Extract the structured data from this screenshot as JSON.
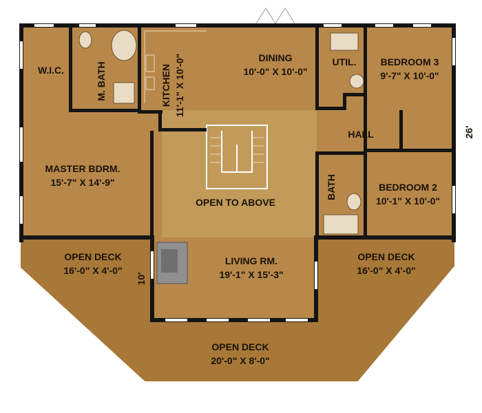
{
  "colors": {
    "floor": "#b8884a",
    "deck": "#a87838",
    "open_area": "#c29a5a",
    "wall": "#141414",
    "window": "#ffffff",
    "fireplace": "#8f8f8f",
    "fixture": "#e9dcc4"
  },
  "rooms": {
    "wic": {
      "name": "W.I.C."
    },
    "mbath": {
      "name": "M. BATH"
    },
    "kitchen": {
      "name": "KITCHEN",
      "dims": "11'-1\" X 10'-0\""
    },
    "dining": {
      "name": "DINING",
      "dims": "10'-0\" X 10'-0\""
    },
    "util": {
      "name": "UTIL."
    },
    "bedroom3": {
      "name": "BEDROOM 3",
      "dims": "9'-7\" X 10'-0\""
    },
    "hall": {
      "name": "HALL"
    },
    "master": {
      "name": "MASTER BDRM.",
      "dims": "15'-7\" X 14'-9\""
    },
    "open_above": {
      "name": "OPEN TO ABOVE"
    },
    "bath": {
      "name": "BATH"
    },
    "bedroom2": {
      "name": "BEDROOM 2",
      "dims": "10'-1\" X 10'-0\""
    },
    "deck_left": {
      "name": "OPEN DECK",
      "dims": "16'-0\" X 4'-0\""
    },
    "living": {
      "name": "LIVING RM.",
      "dims": "19'-1\" X 15'-3\""
    },
    "deck_right": {
      "name": "OPEN DECK",
      "dims": "16'-0\" X 4'-0\""
    },
    "deck_bottom": {
      "name": "OPEN DECK",
      "dims": "20'-0\" X 8'-0\""
    }
  },
  "dimensions": {
    "right": "26'",
    "left_deck": "10'"
  }
}
